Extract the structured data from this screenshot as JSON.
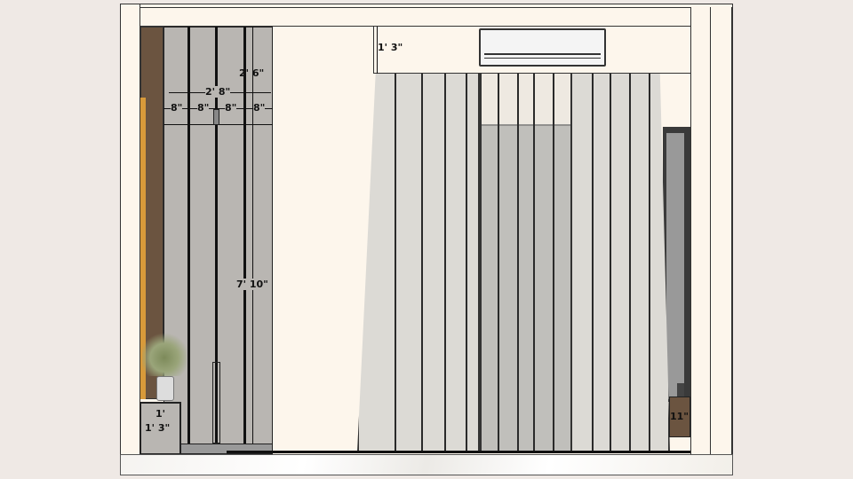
{
  "drawing": {
    "dimensions": {
      "ac_height": "1' 3\"",
      "panel_upper": "2' 6\"",
      "panel_width": "2' 8\"",
      "panel_module_1": "8\"",
      "panel_module_2": "8\"",
      "panel_module_3": "8\"",
      "panel_module_4": "8\"",
      "panel_height": "7' 10\"",
      "side_table_height": "1'",
      "side_table_width": "1' 3\"",
      "right_table": "11\""
    },
    "colors": {
      "wall": "#fdf6ec",
      "panel": "#b9b6b2",
      "wood": "#6b5440",
      "curtain": "#dcdad5",
      "background": "#efe9e5"
    }
  }
}
